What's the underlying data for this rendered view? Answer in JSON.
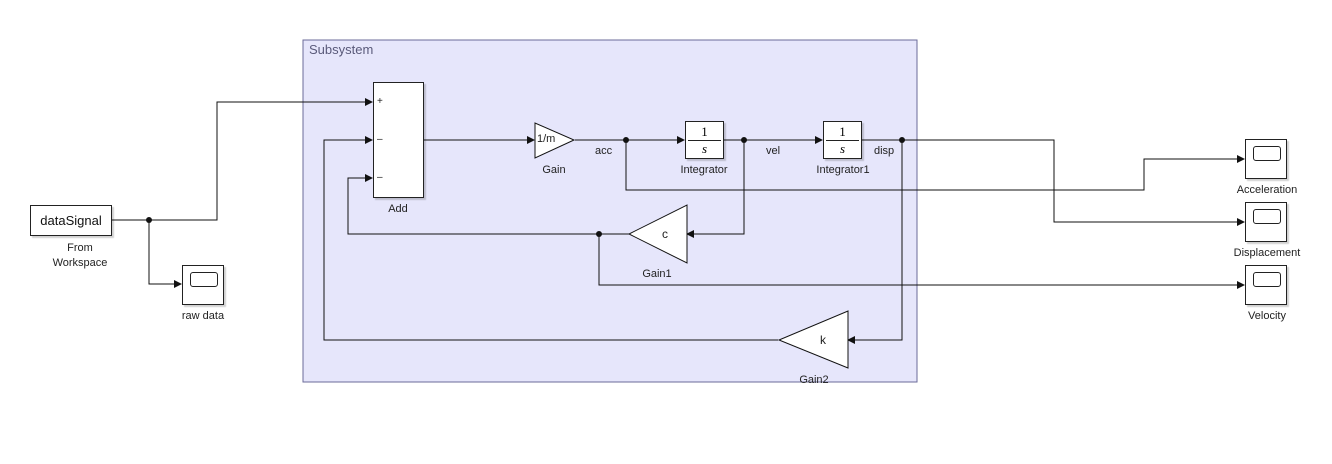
{
  "subsystem": {
    "title": "Subsystem"
  },
  "blocks": {
    "from_workspace": {
      "value": "dataSignal",
      "label": "From\nWorkspace"
    },
    "raw_scope": {
      "label": "raw data"
    },
    "add": {
      "label": "Add",
      "ports": [
        "+",
        "–",
        "–"
      ]
    },
    "gain": {
      "value": "1/m",
      "label": "Gain"
    },
    "integrator": {
      "num": "1",
      "den": "s",
      "label": "Integrator"
    },
    "integrator1": {
      "num": "1",
      "den": "s",
      "label": "Integrator1"
    },
    "gain1": {
      "value": "c",
      "label": "Gain1"
    },
    "gain2": {
      "value": "k",
      "label": "Gain2"
    },
    "acc_scope": {
      "label": "Acceleration"
    },
    "disp_scope": {
      "label": "Displacement"
    },
    "vel_scope": {
      "label": "Velocity"
    }
  },
  "signals": {
    "acc": "acc",
    "vel": "vel",
    "disp": "disp"
  }
}
